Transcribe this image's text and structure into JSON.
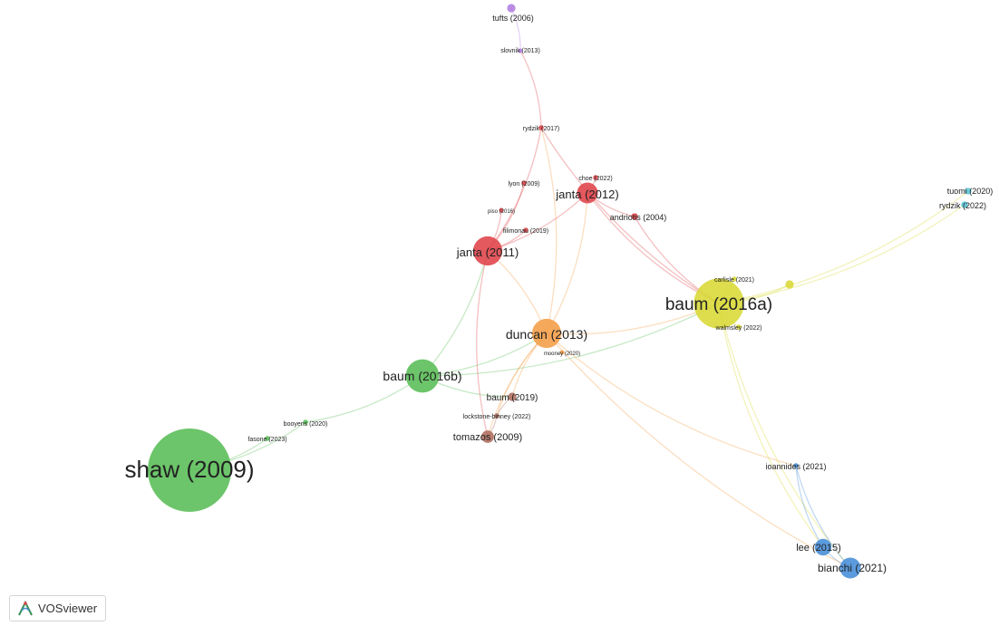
{
  "app": {
    "name": "VOSviewer"
  },
  "clusters": {
    "red": "#e0474c",
    "orange": "#f4a04a",
    "green": "#5cbf5a",
    "yellow": "#d9d93a",
    "blue": "#4a90d9",
    "purple": "#b27fe0",
    "cyan": "#5cc8d8",
    "brown": "#b07060"
  },
  "nodes": [
    {
      "id": "shaw2009",
      "label": "shaw (2009)",
      "cluster": "green",
      "weight": 10
    },
    {
      "id": "baum2016a",
      "label": "baum (2016a)",
      "cluster": "yellow",
      "weight": 6
    },
    {
      "id": "baum2016b",
      "label": "baum (2016b)",
      "cluster": "green",
      "weight": 4
    },
    {
      "id": "duncan2013",
      "label": "duncan (2013)",
      "cluster": "orange",
      "weight": 3.5
    },
    {
      "id": "janta2011",
      "label": "janta (2011)",
      "cluster": "red",
      "weight": 3.5
    },
    {
      "id": "janta2012",
      "label": "janta (2012)",
      "cluster": "red",
      "weight": 2.5
    },
    {
      "id": "tomazos2009",
      "label": "tomazos (2009)",
      "cluster": "brown",
      "weight": 1.5
    },
    {
      "id": "baum2019",
      "label": "baum (2019)",
      "cluster": "brown",
      "weight": 1
    },
    {
      "id": "lockstone2022",
      "label": "lockstone-binney (2022)",
      "cluster": "brown",
      "weight": 0.6
    },
    {
      "id": "bianchi2021",
      "label": "bianchi (2021)",
      "cluster": "blue",
      "weight": 2.5
    },
    {
      "id": "lee2015",
      "label": "lee (2015)",
      "cluster": "blue",
      "weight": 2
    },
    {
      "id": "ioannides2021",
      "label": "ioannides (2021)",
      "cluster": "blue",
      "weight": 0.6
    },
    {
      "id": "tuomi2020",
      "label": "tuomi (2020)",
      "cluster": "cyan",
      "weight": 0.8
    },
    {
      "id": "rydzik2022",
      "label": "rydzik (2022)",
      "cluster": "cyan",
      "weight": 0.8
    },
    {
      "id": "tufts2006",
      "label": "tufts (2006)",
      "cluster": "purple",
      "weight": 1
    },
    {
      "id": "slovnik2013",
      "label": "slovnik (2013)",
      "cluster": "purple",
      "weight": 0.4
    },
    {
      "id": "rydzik2017",
      "label": "rydzik (2017)",
      "cluster": "red",
      "weight": 0.6
    },
    {
      "id": "choe2022",
      "label": "choe (2022)",
      "cluster": "red",
      "weight": 0.6
    },
    {
      "id": "lyon2009",
      "label": "lyon (2009)",
      "cluster": "red",
      "weight": 0.6
    },
    {
      "id": "andriotis2004",
      "label": "andriotis (2004)",
      "cluster": "red",
      "weight": 0.8
    },
    {
      "id": "piso2016",
      "label": "piso (2016)",
      "cluster": "red",
      "weight": 0.5
    },
    {
      "id": "filimonau2019",
      "label": "filimonau (2019)",
      "cluster": "red",
      "weight": 0.6
    },
    {
      "id": "carlisle2021",
      "label": "carlisle (2021)",
      "cluster": "yellow",
      "weight": 0.6
    },
    {
      "id": "walmsley2022",
      "label": "walmsley (2022)",
      "cluster": "yellow",
      "weight": 0.6
    },
    {
      "id": "yellowextra",
      "label": "",
      "cluster": "yellow",
      "weight": 1
    },
    {
      "id": "mooney2020",
      "label": "mooney (2020)",
      "cluster": "orange",
      "weight": 0.4
    },
    {
      "id": "booyens2020",
      "label": "booyens (2020)",
      "cluster": "green",
      "weight": 0.6
    },
    {
      "id": "fasone2023",
      "label": "fasone (2023)",
      "cluster": "green",
      "weight": 0.6
    }
  ],
  "links": [
    [
      "shaw2009",
      "booyens2020"
    ],
    [
      "shaw2009",
      "fasone2023"
    ],
    [
      "booyens2020",
      "baum2016b"
    ],
    [
      "baum2016b",
      "duncan2013"
    ],
    [
      "baum2016b",
      "janta2011"
    ],
    [
      "baum2016b",
      "baum2016a"
    ],
    [
      "baum2016b",
      "baum2019"
    ],
    [
      "duncan2013",
      "baum2016a"
    ],
    [
      "duncan2013",
      "janta2011"
    ],
    [
      "duncan2013",
      "janta2012"
    ],
    [
      "duncan2013",
      "tomazos2009"
    ],
    [
      "duncan2013",
      "baum2019"
    ],
    [
      "duncan2013",
      "lockstone2022"
    ],
    [
      "duncan2013",
      "ioannides2021"
    ],
    [
      "duncan2013",
      "rydzik2017"
    ],
    [
      "janta2011",
      "janta2012"
    ],
    [
      "janta2011",
      "rydzik2017"
    ],
    [
      "janta2011",
      "filimonau2019"
    ],
    [
      "janta2011",
      "lyon2009"
    ],
    [
      "janta2011",
      "piso2016"
    ],
    [
      "janta2012",
      "baum2016a"
    ],
    [
      "janta2012",
      "andriotis2004"
    ],
    [
      "janta2012",
      "choe2022"
    ],
    [
      "rydzik2017",
      "slovnik2013"
    ],
    [
      "slovnik2013",
      "tufts2006"
    ],
    [
      "rydzik2017",
      "baum2016a"
    ],
    [
      "baum2016a",
      "carlisle2021"
    ],
    [
      "baum2016a",
      "walmsley2022"
    ],
    [
      "baum2016a",
      "yellowextra"
    ],
    [
      "baum2016a",
      "tuomi2020"
    ],
    [
      "baum2016a",
      "rydzik2022"
    ],
    [
      "baum2016a",
      "lee2015"
    ],
    [
      "baum2016a",
      "bianchi2021"
    ],
    [
      "andriotis2004",
      "baum2016a"
    ],
    [
      "ioannides2021",
      "lee2015"
    ],
    [
      "ioannides2021",
      "bianchi2021"
    ],
    [
      "lee2015",
      "bianchi2021"
    ],
    [
      "duncan2013",
      "bianchi2021"
    ],
    [
      "tomazos2009",
      "lockstone2022"
    ],
    [
      "baum2019",
      "lockstone2022"
    ],
    [
      "janta2011",
      "tomazos2009"
    ]
  ]
}
